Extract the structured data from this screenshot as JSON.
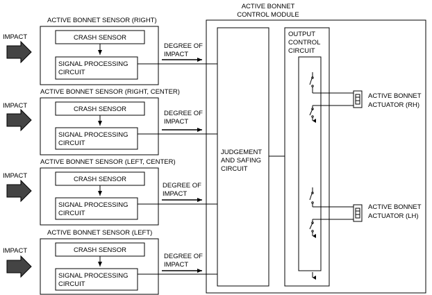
{
  "module": {
    "title_line1": "ACTIVE BONNET",
    "title_line2": "CONTROL MODULE",
    "judgement_line1": "JUDGEMENT",
    "judgement_line2": "AND SAFING",
    "judgement_line3": "CIRCUIT",
    "output_line1": "OUTPUT",
    "output_line2": "CONTROL",
    "output_line3": "CIRCUIT"
  },
  "sensors": [
    {
      "title": "ACTIVE BONNET SENSOR (RIGHT)",
      "impact": "IMPACT",
      "crash": "CRASH SENSOR",
      "sig1": "SIGNAL PROCESSING",
      "sig2": "CIRCUIT",
      "degree1": "DEGREE OF",
      "degree2": "IMPACT"
    },
    {
      "title": "ACTIVE BONNET SENSOR (RIGHT, CENTER)",
      "impact": "IMPACT",
      "crash": "CRASH SENSOR",
      "sig1": "SIGNAL PROCESSING",
      "sig2": "CIRCUIT",
      "degree1": "DEGREE OF",
      "degree2": "IMPACT"
    },
    {
      "title": "ACTIVE BONNET SENSOR (LEFT, CENTER)",
      "impact": "IMPACT",
      "crash": "CRASH SENSOR",
      "sig1": "SIGNAL PROCESSING",
      "sig2": "CIRCUIT",
      "degree1": "DEGREE OF",
      "degree2": "IMPACT"
    },
    {
      "title": "ACTIVE BONNET SENSOR (LEFT)",
      "impact": "IMPACT",
      "crash": "CRASH SENSOR",
      "sig1": "SIGNAL PROCESSING",
      "sig2": "CIRCUIT",
      "degree1": "DEGREE OF",
      "degree2": "IMPACT"
    }
  ],
  "actuators": [
    {
      "line1": "ACTIVE BONNET",
      "line2": "ACTUATOR (RH)"
    },
    {
      "line1": "ACTIVE BONNET",
      "line2": "ACTUATOR (LH)"
    }
  ]
}
